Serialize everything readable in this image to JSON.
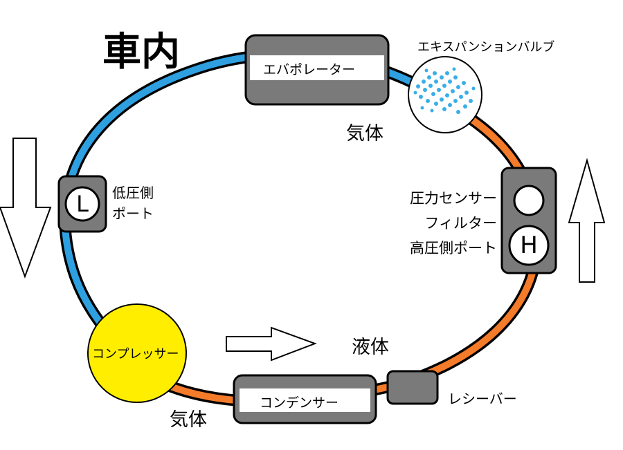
{
  "title": "車内",
  "colors": {
    "low_side": "#2ea0e0",
    "high_side": "#f47b2a",
    "component": "#7a7a7a",
    "compressor": "#ffee00",
    "spray": "#39aee8"
  },
  "components": {
    "evaporator": "エバポレーター",
    "expansion_valve": "エキスパンションバルブ",
    "compressor": "コンプレッサー",
    "condenser": "コンデンサー",
    "receiver": "レシーバー"
  },
  "states": {
    "gas_top": "気体",
    "gas_bottom": "気体",
    "liquid": "液体"
  },
  "ports": {
    "low_symbol": "L",
    "low_label_line1": "低圧側",
    "low_label_line2": "ポート",
    "high_symbol": "H",
    "high_labels": [
      "圧力センサー",
      "フィルター",
      "高圧側ポート"
    ]
  }
}
